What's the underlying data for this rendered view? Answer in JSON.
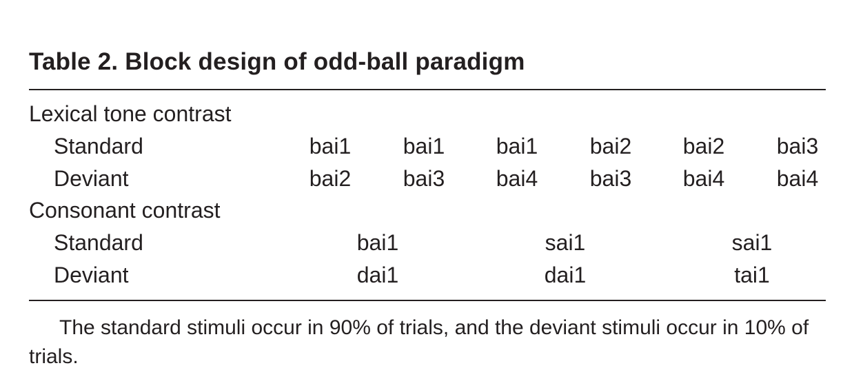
{
  "table": {
    "title": "Table 2. Block design of odd-ball paradigm",
    "sections": [
      {
        "heading": "Lexical tone contrast",
        "rows": [
          {
            "label": "Standard",
            "cells": [
              "bai1",
              "bai1",
              "bai1",
              "bai2",
              "bai2",
              "bai3"
            ]
          },
          {
            "label": "Deviant",
            "cells": [
              "bai2",
              "bai3",
              "bai4",
              "bai3",
              "bai4",
              "bai4"
            ]
          }
        ]
      },
      {
        "heading": "Consonant contrast",
        "rows": [
          {
            "label": "Standard",
            "cells": [
              "bai1",
              "sai1",
              "sai1"
            ]
          },
          {
            "label": "Deviant",
            "cells": [
              "dai1",
              "dai1",
              "tai1"
            ]
          }
        ]
      }
    ],
    "footnote": "The standard stimuli occur in 90% of trials, and the deviant stimuli occur in 10% of trials."
  }
}
